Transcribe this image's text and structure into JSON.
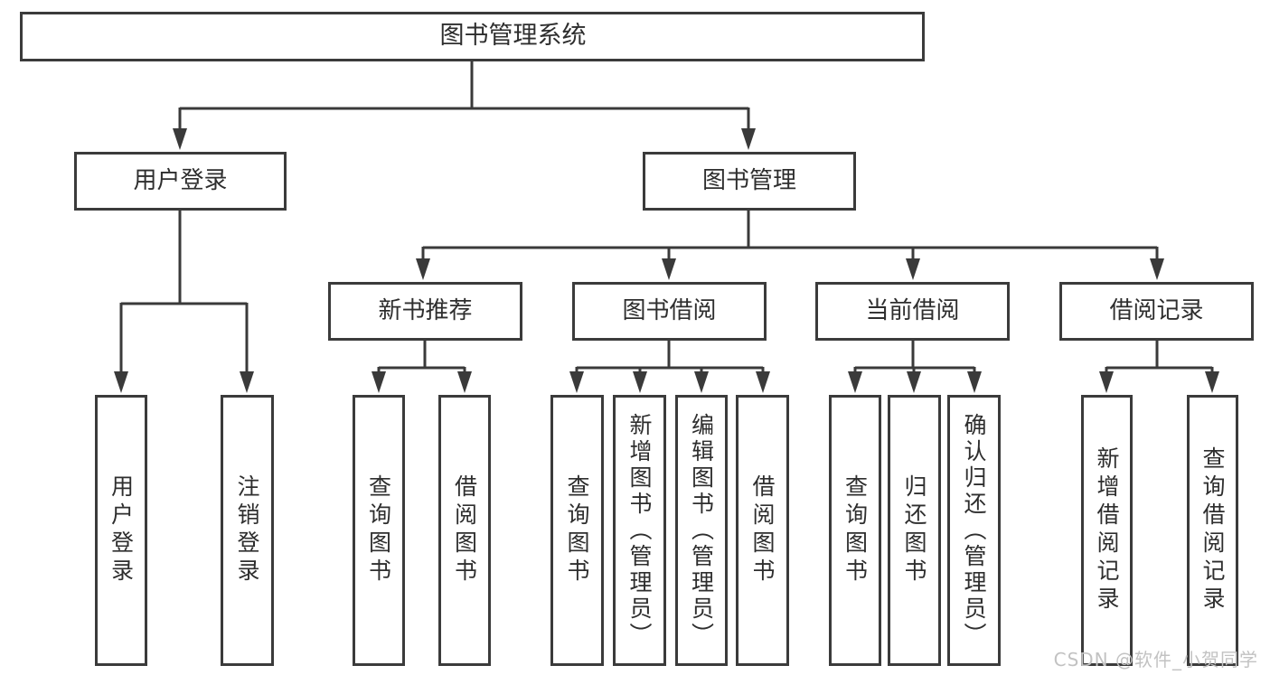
{
  "tree": {
    "label": "图书管理系统",
    "children": [
      {
        "label": "用户登录",
        "children": [
          {
            "label": "用户登录"
          },
          {
            "label": "注销登录"
          }
        ]
      },
      {
        "label": "图书管理",
        "children": [
          {
            "label": "新书推荐",
            "children": [
              {
                "label": "查询图书"
              },
              {
                "label": "借阅图书"
              }
            ]
          },
          {
            "label": "图书借阅",
            "children": [
              {
                "label": "查询图书"
              },
              {
                "label": "新增图书（管理员）"
              },
              {
                "label": "编辑图书（管理员）"
              },
              {
                "label": "借阅图书"
              }
            ]
          },
          {
            "label": "当前借阅",
            "children": [
              {
                "label": "查询图书"
              },
              {
                "label": "归还图书"
              },
              {
                "label": "确认归还（管理员）"
              }
            ]
          },
          {
            "label": "借阅记录",
            "children": [
              {
                "label": "新增借阅记录"
              },
              {
                "label": "查询借阅记录"
              }
            ]
          }
        ]
      }
    ]
  },
  "watermark": {
    "text": "CSDN @软件_小贺同学"
  },
  "colors": {
    "line": "#3a3a3a",
    "box_border": "#3b3b3b",
    "text": "#2e2e2e",
    "watermark": "#c2c2c2",
    "background": "#ffffff"
  }
}
